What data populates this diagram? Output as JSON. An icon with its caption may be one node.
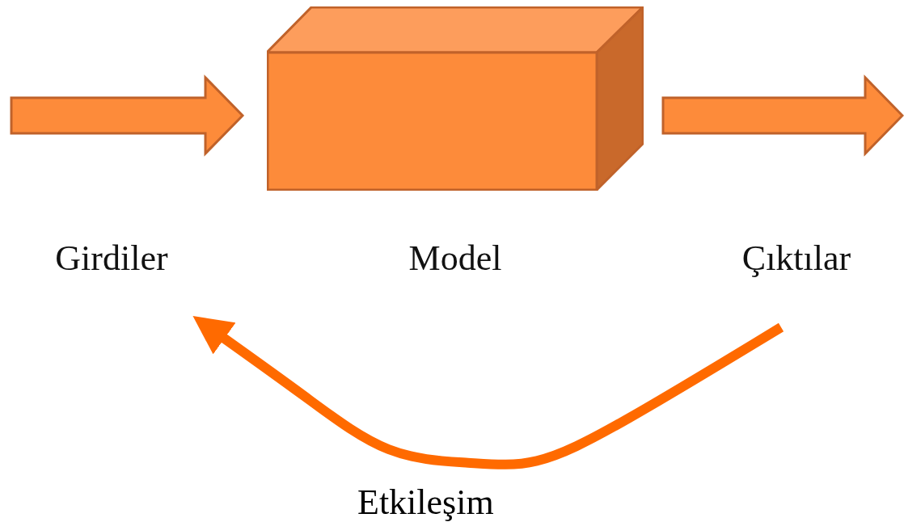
{
  "diagram": {
    "nodes": [
      {
        "text": [
          "Girdiler"
        ]
      },
      {
        "text": [
          "Model"
        ]
      },
      {
        "text": [
          "Çıktılar"
        ]
      }
    ],
    "edges": [
      {
        "from": null,
        "to": 1,
        "arrow": "to",
        "style": "thick"
      },
      {
        "from": 1,
        "to": null,
        "arrow": "to",
        "style": "thick"
      },
      {
        "from": 2,
        "to": 0,
        "arrow": "to",
        "label": "Etkileşim",
        "color": "#ff6a00"
      }
    ]
  }
}
